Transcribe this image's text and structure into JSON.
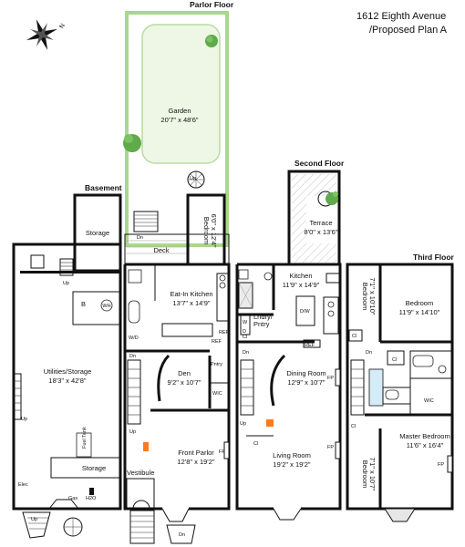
{
  "title": {
    "address": "1612 Eighth Avenue",
    "plan": "/Proposed Plan A"
  },
  "compass": {
    "letter": "N"
  },
  "floors": {
    "basement": "Basement",
    "parlor": "Parlor Floor",
    "second": "Second Floor",
    "third": "Third Floor"
  },
  "rooms": {
    "garden": {
      "name": "Garden",
      "dim": "20'7\" x 48'6\""
    },
    "storage_top": {
      "name": "Storage"
    },
    "utilities": {
      "name": "Utilities/Storage",
      "dim": "18'3\" x 42'8\""
    },
    "storage_bottom": {
      "name": "Storage"
    },
    "bedroom_parlor": {
      "name": "Bedroom",
      "dim": "6'0\" x 12'4\""
    },
    "deck": {
      "name": "Deck"
    },
    "kitchen_parlor": {
      "name": "Eat-In Kitchen",
      "dim": "13'7\" x 14'9\""
    },
    "den": {
      "name": "Den",
      "dim": "9'2\" x 10'7\""
    },
    "front_parlor": {
      "name": "Front Parlor",
      "dim": "12'8\" x 19'2\""
    },
    "vestibule": {
      "name": "Vestibule"
    },
    "terrace": {
      "name": "Terrace",
      "dim": "8'0\" x 13'6\""
    },
    "kitchen_second": {
      "name": "Kitchen",
      "dim": "11'9\" x 14'9\""
    },
    "laundry": {
      "name": "Lndry/\nPntry",
      "line1": "Lndry/",
      "line2": "Pntry"
    },
    "dining": {
      "name": "Dining Room",
      "dim": "12'9\" x 10'7\""
    },
    "living": {
      "name": "Living Room",
      "dim": "19'2\" x 19'2\""
    },
    "bedroom_t1": {
      "name": "Bedroom",
      "dim": "7'1\" x 10'10\""
    },
    "bedroom_t2": {
      "name": "Bedroom",
      "dim": "11'9\" x 14'10\""
    },
    "master": {
      "name": "Master Bedroom",
      "dim": "11'6\" x 16'4\""
    },
    "bedroom_t3": {
      "name": "Bedroom",
      "dim": "7'1\" x 10'7\""
    }
  },
  "fixtures": {
    "up": "Up",
    "dn": "Dn",
    "b": "B",
    "wh": "WH",
    "elec": "Elec",
    "gas": "Gas",
    "h2o": "H2O",
    "fuel_tank": "Fuel Tank",
    "wd": "W/D",
    "ref": "REF",
    "pntry": "Pntry",
    "wic": "WIC",
    "fp": "FP",
    "cl": "Cl",
    "dw": "D/W",
    "w": "W",
    "d": "D"
  },
  "colors": {
    "garden_border": "#a8d88a",
    "lawn": "#eef7e6",
    "tree": "#5faa4a",
    "wall": "#111111",
    "door_accent": "#ff7a1a",
    "glass": "#d4ecf7"
  }
}
